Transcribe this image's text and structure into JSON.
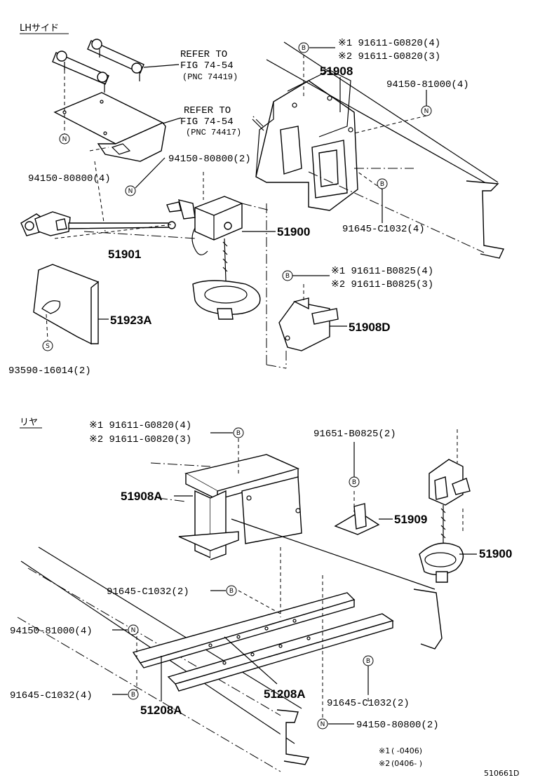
{
  "sections": {
    "lh_side": "LHサイド",
    "rear": "リヤ"
  },
  "refer_1": {
    "line1": "REFER TO",
    "line2": "FIG 74-54",
    "line3": "(PNC 74419)"
  },
  "refer_2": {
    "line1": "REFER TO",
    "line2": "FIG 74-54",
    "line3": "(PNC 74417)"
  },
  "parts_top": {
    "p1_a": "※1 91611-G0820(4)",
    "p1_b": "※2 91611-G0820(3)",
    "p51908": "51908",
    "p94150_81000_4": "94150-81000(4)",
    "p94150_80800_2": "94150-80800(2)",
    "p94150_80800_4": "94150-80800(4)",
    "p91645_c1032_4": "91645-C1032(4)",
    "p51900": "51900",
    "p51901": "51901",
    "p91611_b_a": "※1 91611-B0825(4)",
    "p91611_b_b": "※2 91611-B0825(3)",
    "p51923a": "51923A",
    "p51908d": "51908D",
    "p93590": "93590-16014(2)"
  },
  "parts_rear": {
    "r1_a": "※1 91611-G0820(4)",
    "r1_b": "※2 91611-G0820(3)",
    "r91651": "91651-B0825(2)",
    "r51908a": "51908A",
    "r51909": "51909",
    "r51900": "51900",
    "r91645_c1032_2a": "91645-C1032(2)",
    "r94150_81000_4": "94150-81000(4)",
    "r91645_c1032_4": "91645-C1032(4)",
    "r51208a_1": "51208A",
    "r51208a_2": "51208A",
    "r91645_c1032_2b": "91645-C1032(2)",
    "r94150_80800_2": "94150-80800(2)"
  },
  "callouts": {
    "b": "B",
    "n": "N",
    "s": "S"
  },
  "notes": {
    "n1_mark": "※1",
    "n1_range": "(      -0406)",
    "n2_mark": "※2",
    "n2_range": "(0406-      )"
  },
  "figure_id": "510661D"
}
